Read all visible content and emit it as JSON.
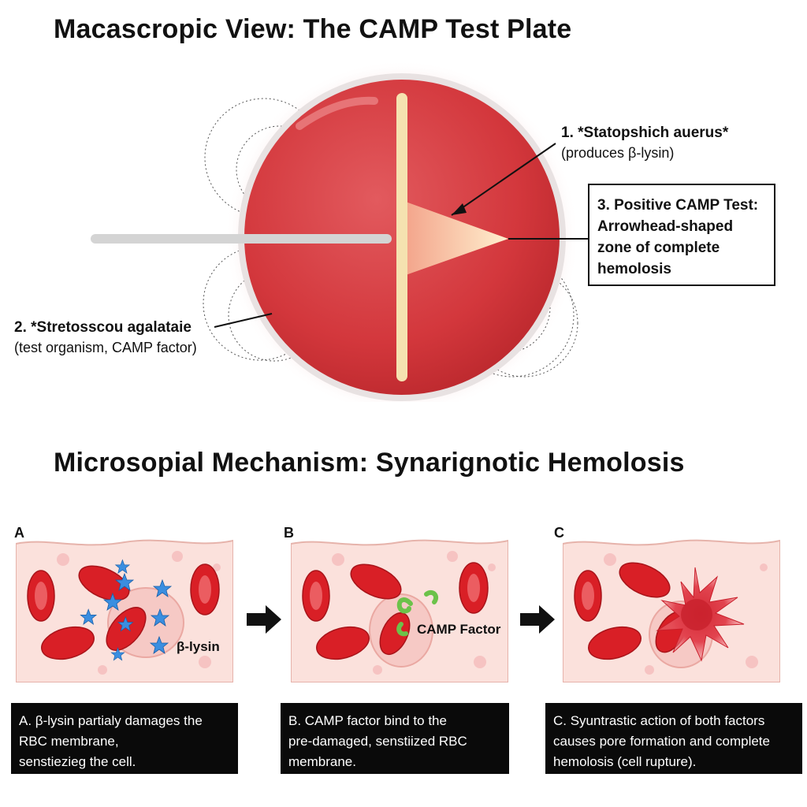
{
  "macro_title": "Macascropic View: The CAMP Test Plate",
  "micro_title": "Microsopial Mechanism: Synarignotic Hemolosis",
  "labels": {
    "staph_name": "1. *Statopshich auerus*",
    "staph_desc": "(produces β-lysin)",
    "strep_name": "2. *Stretosscou agalataie",
    "strep_desc": "(test organism, CAMP factor)",
    "result_lines": [
      "3. Positive CAMP Test:",
      "Arrowhead-shaped",
      "zone of complete",
      "hemolosis"
    ]
  },
  "panels": [
    {
      "letter": "A",
      "inner_label": "β-lysin",
      "caption_lines": [
        "A. β-lysin partialy damages the",
        "RBC membrane,",
        "senstiezieg the cell."
      ]
    },
    {
      "letter": "B",
      "inner_label": "CAMP Factor",
      "caption_lines": [
        "B. CAMP factor bind to the",
        "pre-damaged, senstiized RBC",
        "membrane."
      ]
    },
    {
      "letter": "C",
      "inner_label": "",
      "caption_lines": [
        "C. Syuntrastic action of both factors",
        "causes pore formation and complete",
        "hemolosis (cell rupture)."
      ]
    }
  ],
  "colors": {
    "agar": "#d8343a",
    "streak": "#f5e2b0",
    "rbc": "#d91f26",
    "tissue": "#fbe1dc",
    "beta_lysin": "#3a8ee0",
    "camp_factor": "#6cc24a"
  }
}
